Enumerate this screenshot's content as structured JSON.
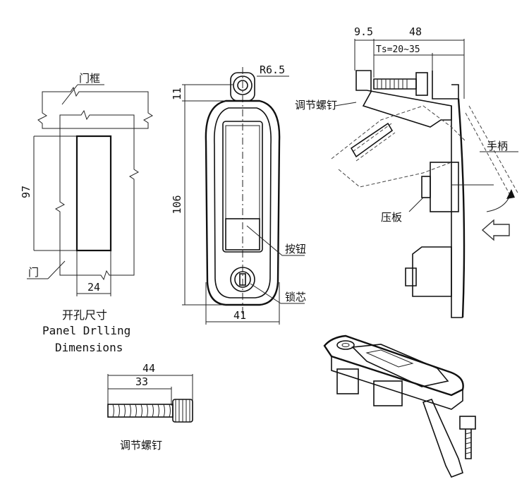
{
  "panel_drilling": {
    "door_frame_label": "门框",
    "door_label": "门",
    "height_dim": "97",
    "width_dim": "24",
    "caption_cn": "开孔尺寸",
    "caption_en_1": "Panel Drlling",
    "caption_en_2": "Dimensions"
  },
  "front_view": {
    "radius_dim": "R6.5",
    "top_dim": "11",
    "height_dim": "106",
    "width_dim": "41",
    "button_label": "按钮",
    "lock_label": "锁芯"
  },
  "side_view": {
    "dim_small": "9.5",
    "dim_total": "48",
    "dim_ts": "Ts=20~35",
    "screw_label": "调节螺钉",
    "handle_label": "手柄",
    "plate_label": "压板"
  },
  "screw_detail": {
    "dim_outer": "44",
    "dim_inner": "33",
    "label": "调节螺钉"
  }
}
